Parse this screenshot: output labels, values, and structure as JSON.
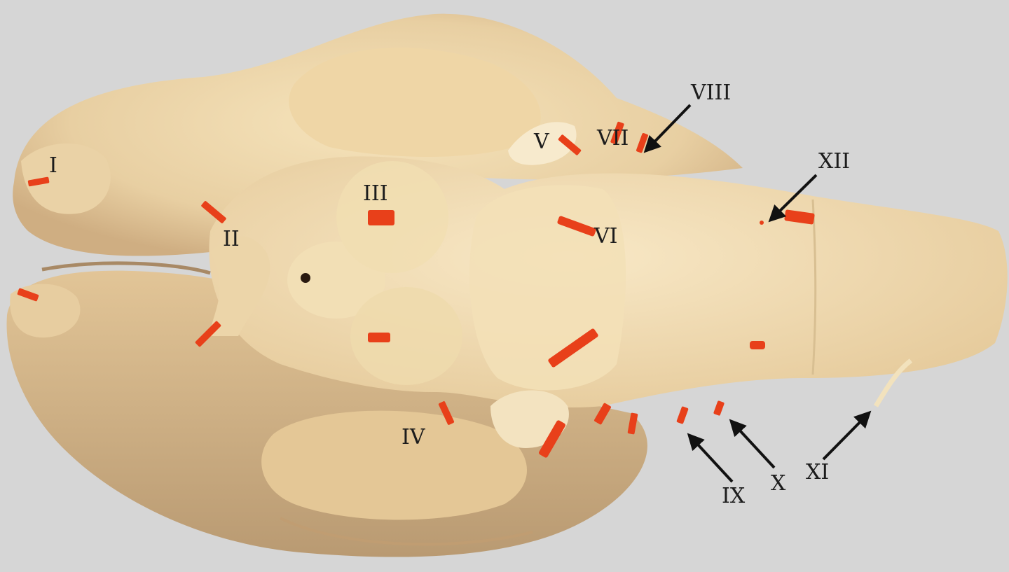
{
  "labels": {
    "I": "I",
    "II": "II",
    "III": "III",
    "IV": "IV",
    "V": "V",
    "VI": "VI",
    "VII": "VII",
    "VIII": "VIII",
    "IX": "IX",
    "X": "X",
    "XI": "XI",
    "XII": "XII"
  },
  "colors": {
    "background": "#d6d6d6",
    "tissue_light": "#f1dcb0",
    "tissue_mid": "#e3c79a",
    "tissue_dark": "#c9a77c",
    "marker": "#e8401a",
    "label": "#1c1c1c"
  }
}
